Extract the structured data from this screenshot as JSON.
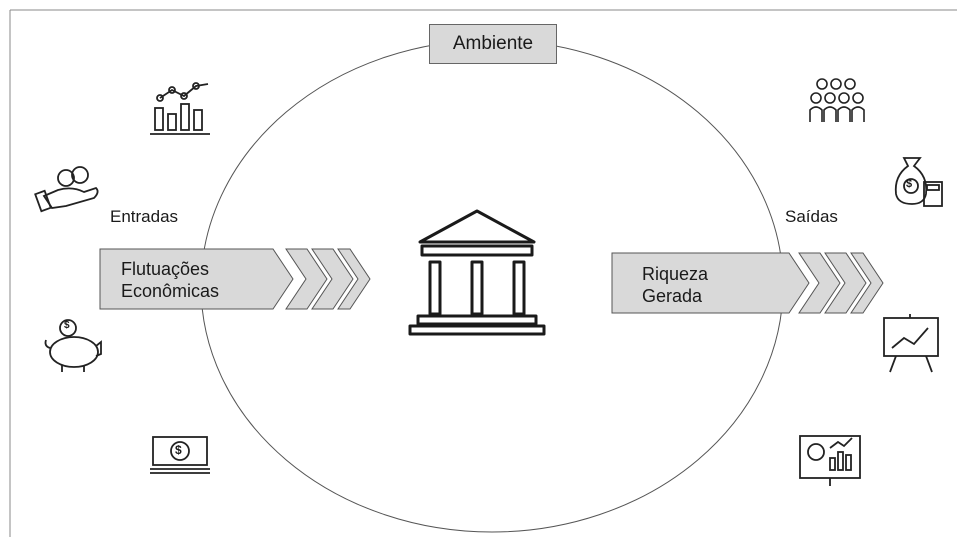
{
  "environment": {
    "label": "Ambiente"
  },
  "inputs": {
    "heading": "Entradas",
    "arrow_label_line1": "Flutuações",
    "arrow_label_line2": "Econômicas",
    "icons": [
      "bar-chart-icon",
      "coins-hand-icon",
      "piggy-bank-icon",
      "banknote-icon"
    ]
  },
  "outputs": {
    "heading": "Saídas",
    "arrow_label_line1": "Riqueza",
    "arrow_label_line2": "Gerada",
    "icons": [
      "people-group-icon",
      "money-bag-calculator-icon",
      "presentation-board-icon",
      "dashboard-icon"
    ]
  },
  "center": {
    "icon": "bank-building-icon"
  },
  "colors": {
    "box_fill": "#d9d9d9",
    "stroke": "#555555",
    "line": "#222222"
  }
}
